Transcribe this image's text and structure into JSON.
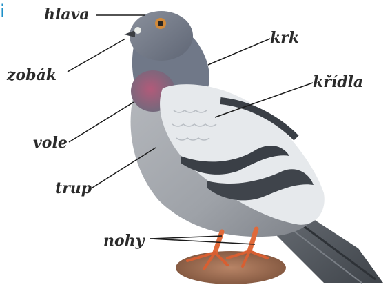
{
  "corner_mark": "i",
  "labels": {
    "hlava": "hlava",
    "zobak": "zobák",
    "krk": "krk",
    "kridla": "křídla",
    "vole": "vole",
    "trup": "trup",
    "nohy": "nohy"
  },
  "colors": {
    "label_text": "#2b2b2b",
    "leader_line": "#1a1a1a",
    "head_grey": "#6f7686",
    "crop_purple": "#a0506e",
    "wing_light": "#e6e9ec",
    "wing_bar": "#3a3f46",
    "tail_grey": "#555a60",
    "legs_orange": "#e06a3a",
    "perch_brown": "#9a6a4e"
  }
}
